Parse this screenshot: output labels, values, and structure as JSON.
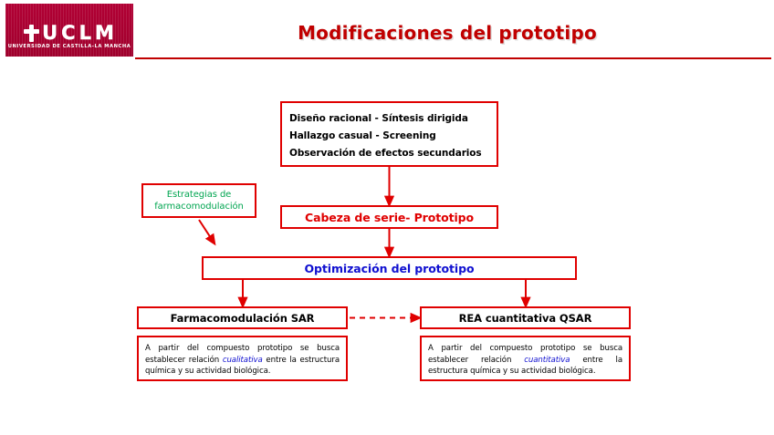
{
  "header": {
    "title": "Modificaciones del prototipo",
    "logo": {
      "letters": [
        "U",
        "C",
        "L",
        "M"
      ],
      "subtitle": "UNIVERSIDAD DE CASTILLA-LA MANCHA",
      "background_color": "#a80030"
    },
    "rule_color": "#c00000",
    "title_color": "#c00000"
  },
  "diagram": {
    "type": "flowchart",
    "origins_box": {
      "lines": [
        "Diseño racional - Síntesis dirigida",
        "Hallazgo casual - Screening",
        "Observación de efectos secundarios"
      ],
      "text_color": "#000000",
      "border_color": "#e00000"
    },
    "strategies_box": {
      "line1": "Estrategias de",
      "line2": "farmacomodulación",
      "text_color": "#00a550",
      "border_color": "#e00000"
    },
    "lead_box": {
      "label": "Cabeza de serie- Prototipo",
      "text_color": "#e00000",
      "border_color": "#e00000"
    },
    "optimization_box": {
      "label": "Optimización del prototipo",
      "text_color": "#1010d0",
      "border_color": "#e00000"
    },
    "branches": [
      {
        "head": "Farmacomodulación SAR",
        "body_before": "A partir del compuesto prototipo se busca establecer relación ",
        "body_emphasis": "cualitativa",
        "body_after": " entre la estructura química y su actividad biológica.",
        "emphasis_color": "#1010d0"
      },
      {
        "head": "REA cuantitativa  QSAR",
        "body_before": "A partir del compuesto prototipo se busca establecer relación ",
        "body_emphasis": "cuantitativa",
        "body_after": " entre la estructura química y su actividad biológica.",
        "emphasis_color": "#1010d0"
      }
    ],
    "connectors": {
      "arrow_color": "#e00000",
      "dashed_link_label": "SAR to QSAR dashed arrow"
    }
  }
}
